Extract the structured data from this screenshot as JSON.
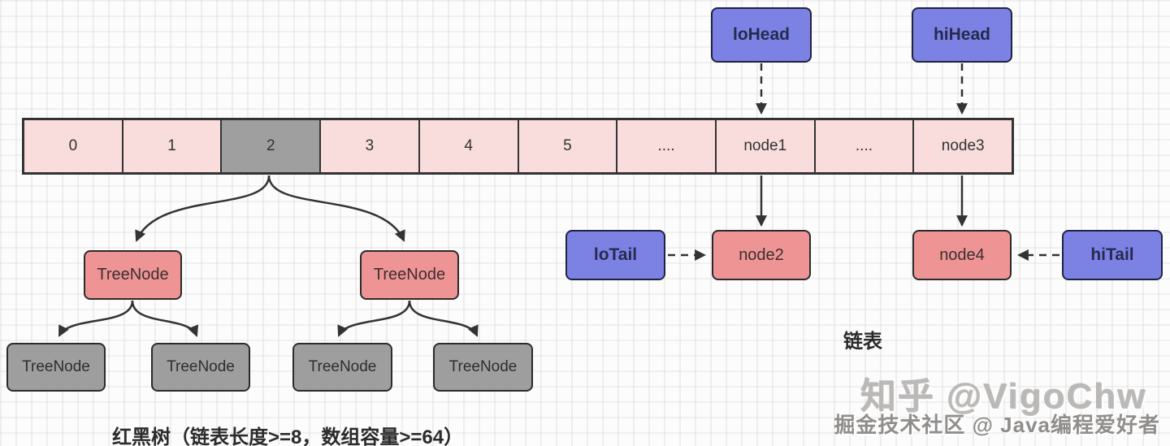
{
  "colors": {
    "stroke": "#333333",
    "blue_fill": "#7c82e4",
    "array_cell_fill": "#f9dcdc",
    "node_fill": "#ee9494",
    "gray_fill": "#9e9e9e"
  },
  "array": {
    "cells": [
      {
        "label": "0"
      },
      {
        "label": "1"
      },
      {
        "label": "2",
        "highlighted": true
      },
      {
        "label": "3"
      },
      {
        "label": "4"
      },
      {
        "label": "5"
      },
      {
        "label": "...."
      },
      {
        "label": "node1"
      },
      {
        "label": "...."
      },
      {
        "label": "node3"
      }
    ]
  },
  "list": {
    "lo_head": "loHead",
    "hi_head": "hiHead",
    "lo_tail": "loTail",
    "hi_tail": "hiTail",
    "node2": "node2",
    "node4": "node4",
    "label": "链表"
  },
  "tree": {
    "upper": [
      {
        "label": "TreeNode"
      },
      {
        "label": "TreeNode"
      }
    ],
    "lower": [
      {
        "label": "TreeNode"
      },
      {
        "label": "TreeNode"
      },
      {
        "label": "TreeNode"
      },
      {
        "label": "TreeNode"
      }
    ],
    "caption": "红黑树（链表长度>=8，数组容量>=64）"
  },
  "watermark": {
    "zhihu": "知乎 @VigoChw",
    "juejin": "掘金技术社区 @ Java编程爱好者"
  }
}
